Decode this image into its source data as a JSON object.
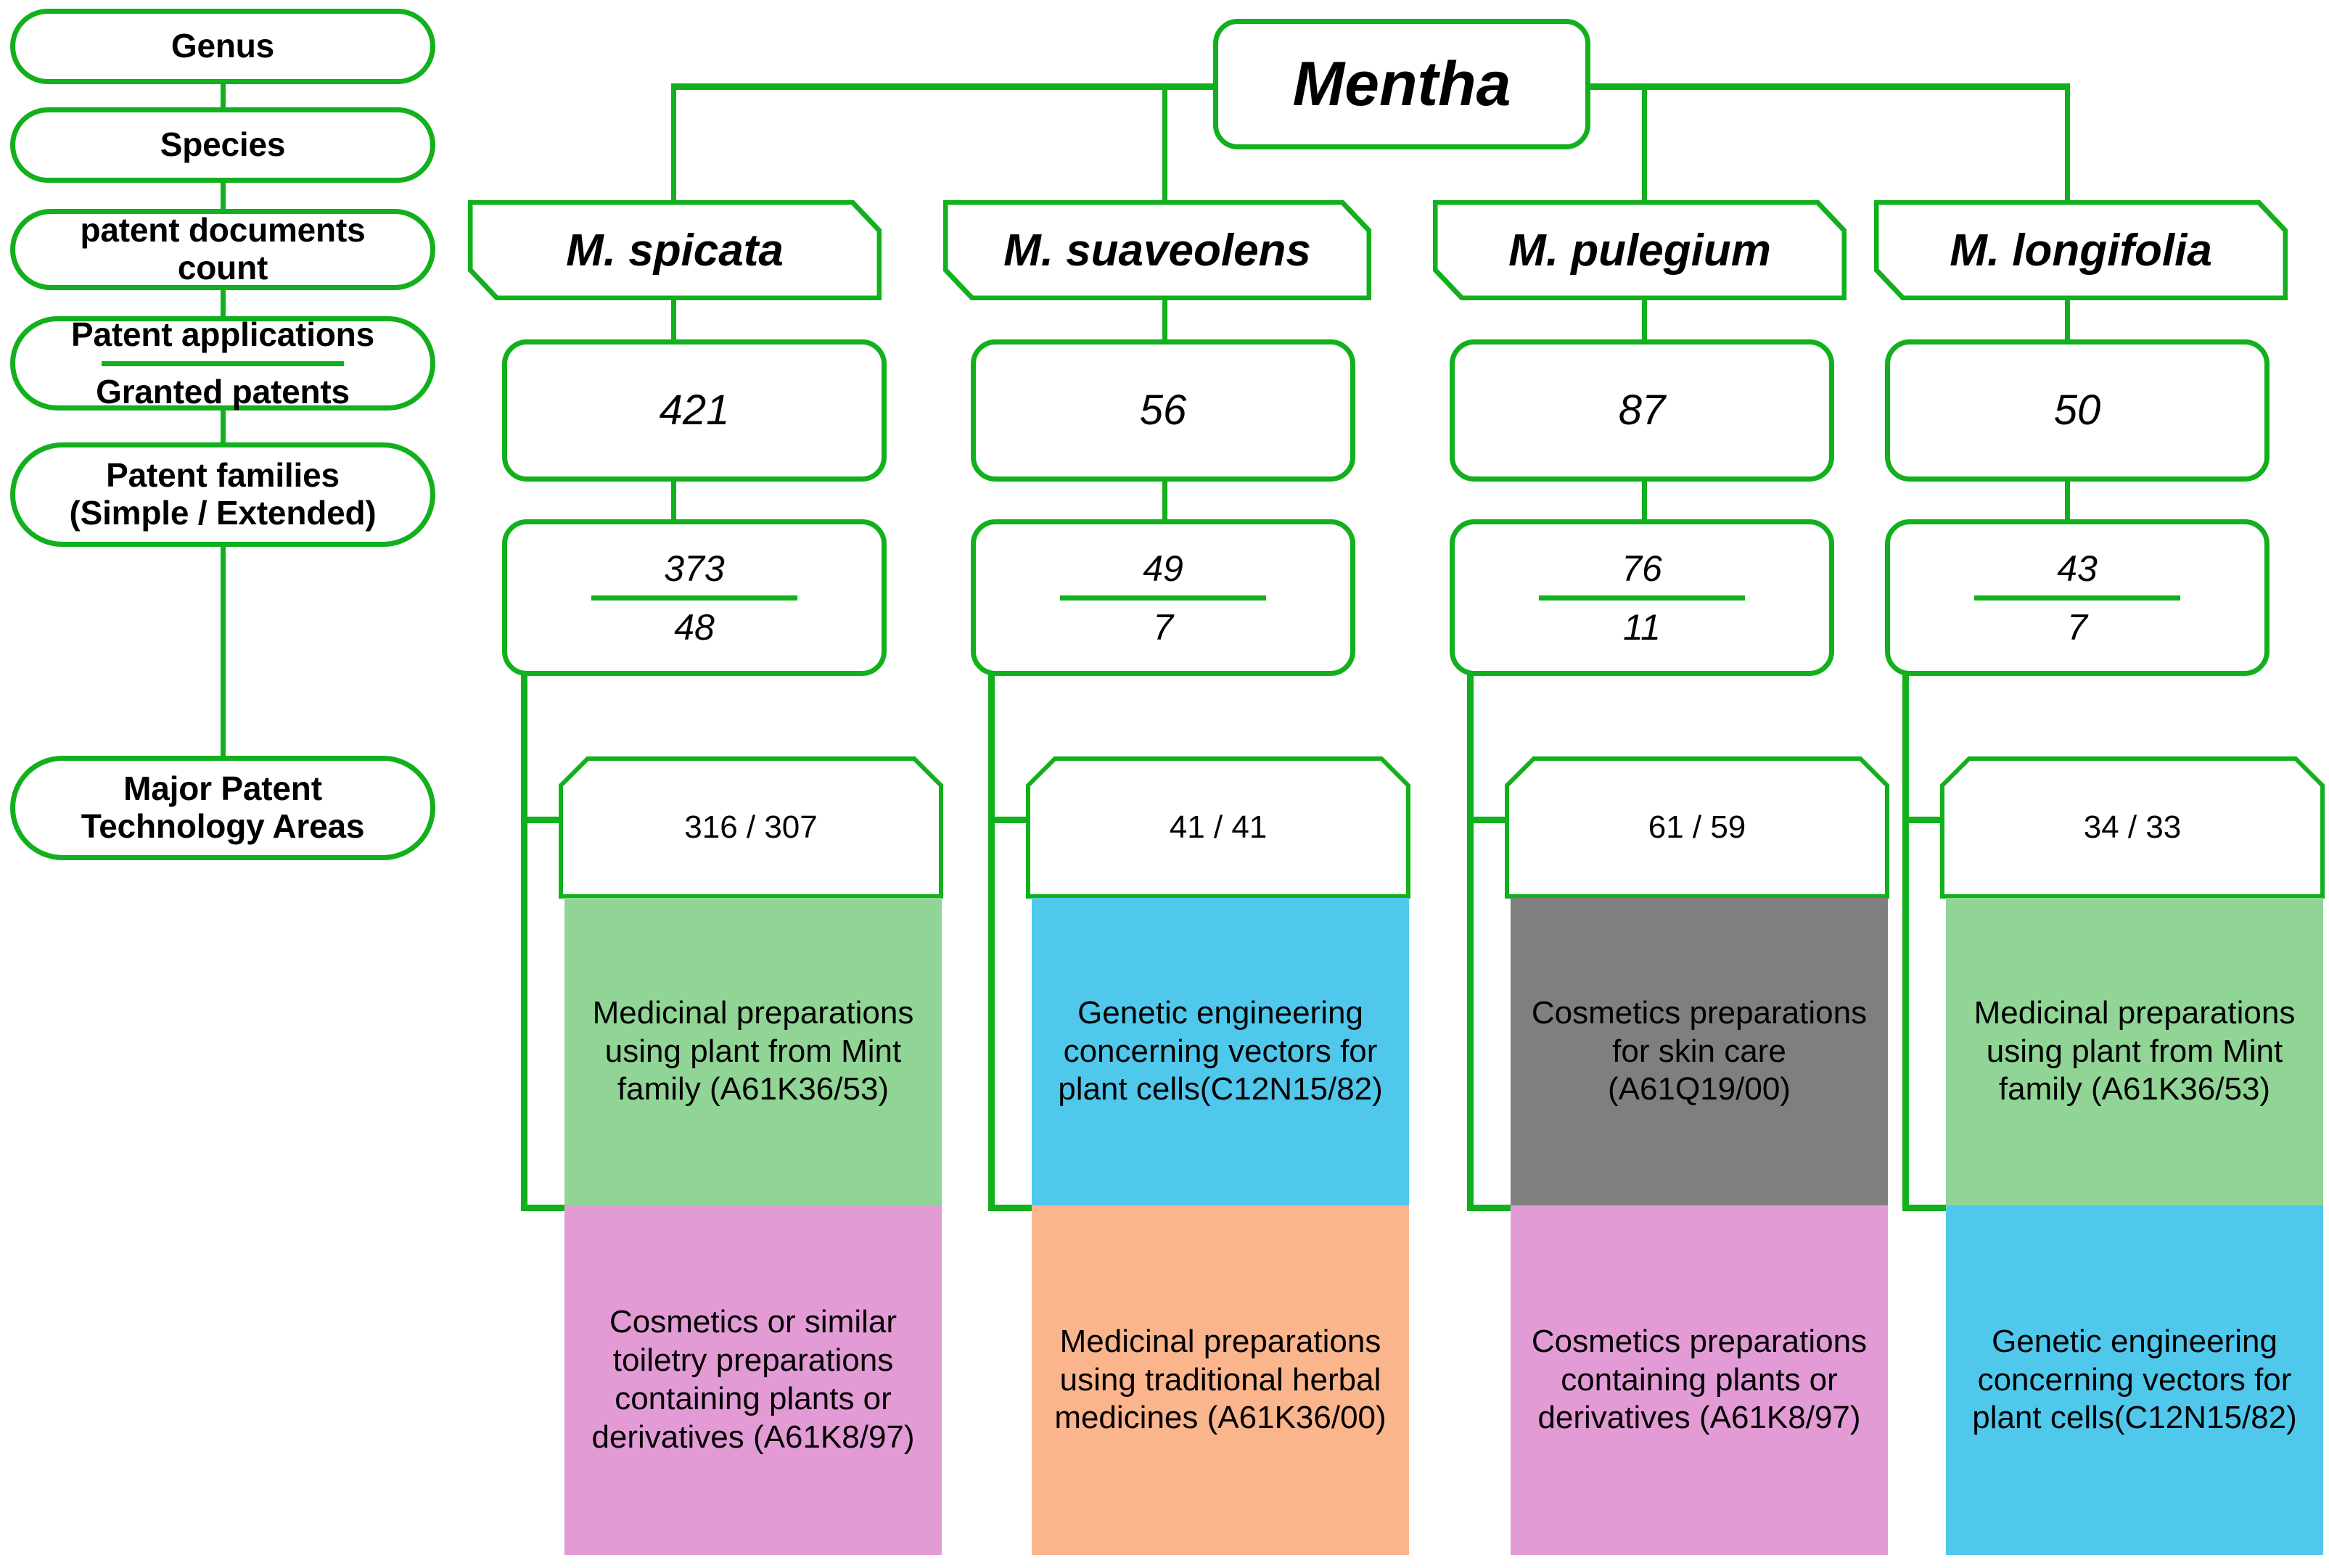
{
  "colors": {
    "line_green": "#12B01C",
    "tech_green": "#90D595",
    "tech_pink": "#E39BD6",
    "tech_blue": "#4FC8EC",
    "tech_orange": "#FAB58C",
    "tech_gray": "#7F7F7F",
    "text_black": "#000000",
    "background": "#FFFFFF"
  },
  "row_labels": [
    {
      "id": "genus",
      "text": "Genus"
    },
    {
      "id": "species",
      "text": "Species"
    },
    {
      "id": "documents",
      "text": "patent documents count"
    },
    {
      "id": "applications_granted",
      "numerator": "Patent applications",
      "denominator": "Granted patents"
    },
    {
      "id": "families",
      "text": "Patent families (Simple / Extended)"
    },
    {
      "id": "tech_areas",
      "text": "Major Patent Technology Areas"
    }
  ],
  "root": {
    "label": "Mentha"
  },
  "columns": [
    {
      "species": "M. spicata",
      "documents_count": "421",
      "applications": "373",
      "granted": "48",
      "families": "316 / 307",
      "tech_areas": [
        {
          "text": "Medicinal preparations using plant from Mint family (A61K36/53)",
          "color": "#90D595",
          "ipc": "A61K36/53"
        },
        {
          "text": "Cosmetics or similar toiletry preparations containing plants or derivatives (A61K8/97)",
          "color": "#E39BD6",
          "ipc": "A61K8/97"
        }
      ]
    },
    {
      "species": "M. suaveolens",
      "documents_count": "56",
      "applications": "49",
      "granted": "7",
      "families": "41 / 41",
      "tech_areas": [
        {
          "text": "Genetic engineering concerning vectors for plant cells(C12N15/82)",
          "color": "#4FC8EC",
          "ipc": "C12N15/82"
        },
        {
          "text": "Medicinal preparations using traditional herbal medicines (A61K36/00)",
          "color": "#FAB58C",
          "ipc": "A61K36/00"
        }
      ]
    },
    {
      "species": "M. pulegium",
      "documents_count": "87",
      "applications": "76",
      "granted": "11",
      "families": "61 / 59",
      "tech_areas": [
        {
          "text": "Cosmetics preparations for skin care (A61Q19/00)",
          "color": "#7F7F7F",
          "ipc": "A61Q19/00"
        },
        {
          "text": "Cosmetics preparations containing plants or derivatives (A61K8/97)",
          "color": "#E39BD6",
          "ipc": "A61K8/97"
        }
      ]
    },
    {
      "species": "M. longifolia",
      "documents_count": "50",
      "applications": "43",
      "granted": "7",
      "families": "34 / 33",
      "tech_areas": [
        {
          "text": "Medicinal preparations using plant from Mint family (A61K36/53)",
          "color": "#90D595",
          "ipc": "A61K36/53"
        },
        {
          "text": "Genetic engineering concerning vectors for plant cells(C12N15/82)",
          "color": "#4FC8EC",
          "ipc": "C12N15/82"
        }
      ]
    }
  ]
}
